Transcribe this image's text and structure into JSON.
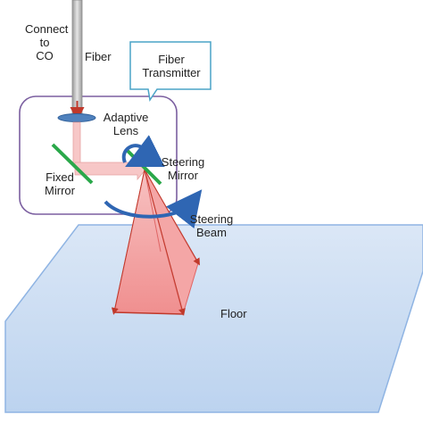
{
  "labels": {
    "connect_to_co": "Connect\nto\nCO",
    "fiber": "Fiber",
    "fiber_transmitter": "Fiber\nTransmitter",
    "adaptive_lens": "Adaptive\nLens",
    "fixed_mirror": "Fixed\nMirror",
    "steering_mirror": "Steering\nMirror",
    "steering_beam": "Steering\nBeam",
    "floor": "Floor"
  },
  "colors": {
    "floor_fill": "#c6d9f1",
    "floor_stroke": "#8fb4e3",
    "beam_fill": "#f4a6a6",
    "beam_stroke": "#e06666",
    "mirror": "#2aa84a",
    "lens": "#4f81bd",
    "box_stroke": "#7b5fa0",
    "rotation_arrow": "#2f66b3",
    "fiber_gray": "#b0b0b0",
    "callout_stroke": "#4aa3c7"
  }
}
